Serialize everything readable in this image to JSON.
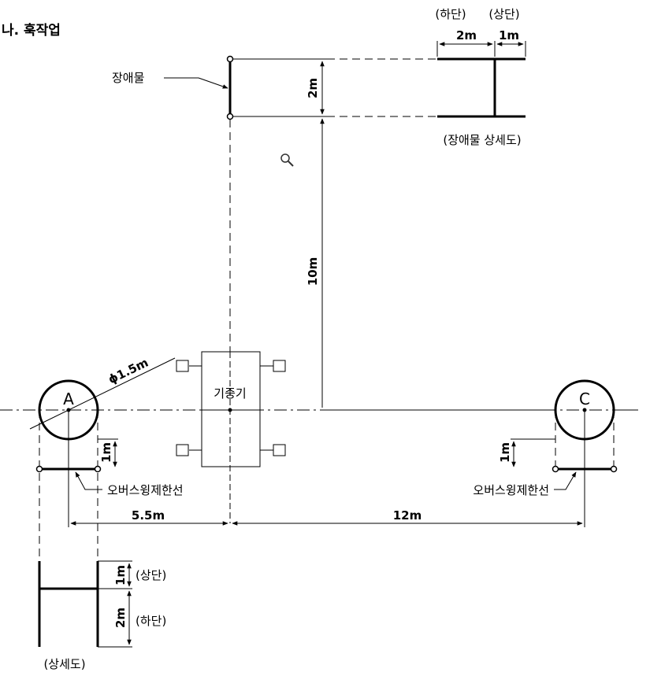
{
  "title": "나. 훅작업",
  "obstacle": {
    "label": "장애물",
    "detail_caption": "(장애물 상세도)",
    "lower_label": "(하단)",
    "upper_label": "(상단)",
    "lower_width": "2m",
    "upper_width": "1m",
    "height": "2m"
  },
  "distances": {
    "vertical": "10m",
    "left": "5.5m",
    "right": "12m"
  },
  "crane": {
    "label": "기중기"
  },
  "circle_a": {
    "label": "A",
    "diameter": "ϕ1.5m",
    "offset": "1m"
  },
  "circle_c": {
    "label": "C",
    "offset": "1m"
  },
  "overswing_label_left": "오버스윙제한선",
  "overswing_label_right": "오버스윙제한선",
  "detail": {
    "caption": "(상세도)",
    "upper_label": "(상단)",
    "lower_label": "(하단)",
    "upper_height": "1m",
    "lower_height": "2m"
  }
}
